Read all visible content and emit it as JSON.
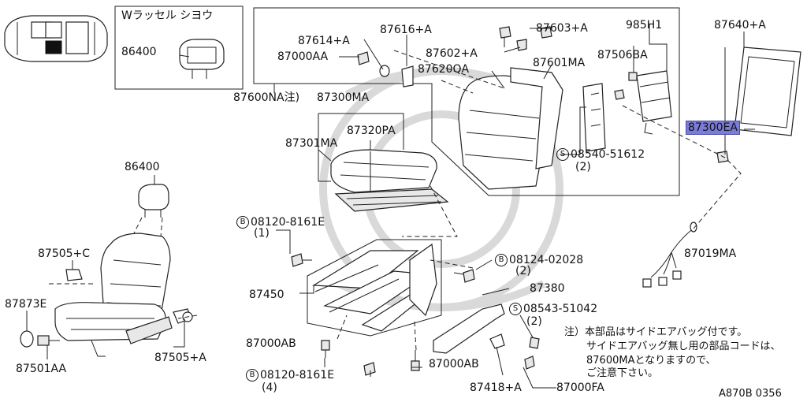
{
  "inset": {
    "title": "Wラッセル シヨウ",
    "part": "86400"
  },
  "labels": {
    "p87614": "87614+A",
    "p87616": "87616+A",
    "p87603": "87603+A",
    "p985h1": "985H1",
    "p87640": "87640+A",
    "p87000aa": "87000AA",
    "p87602": "87602+A",
    "p87506ba": "87506BA",
    "p87620qa": "87620QA",
    "p87601ma": "87601MA",
    "p87600na": "87600NA注)",
    "p87300ma": "87300MA",
    "p87320pa": "87320PA",
    "p87301ma": "87301MA",
    "p87300ea": "87300EA",
    "p08540": "08540-51612",
    "p08540q": "(2)",
    "p86400": "86400",
    "p08120a": "08120-8161E",
    "p08120aq": "(1)",
    "p87505c": "87505+C",
    "p08124": "08124-02028",
    "p08124q": "(2)",
    "p87019ma": "87019MA",
    "p87873e": "87873E",
    "p87450": "87450",
    "p87380": "87380",
    "p08543": "08543-51042",
    "p08543q": "(2)",
    "p87000ab1": "87000AB",
    "p87505a": "87505+A",
    "p87501aa": "87501AA",
    "p87000ab2": "87000AB",
    "p08120b": "08120-8161E",
    "p08120bq": "(4)",
    "p87418": "87418+A",
    "p87000fa": "87000FA"
  },
  "symbols": {
    "bolt": "B",
    "screw": "S"
  },
  "note": {
    "line1": "注）本部品はサイドエアバッグ付です。",
    "line2": "サイドエアバッグ無し用の部品コードは、",
    "line3": "87600MAとなりますので、",
    "line4": "ご注意下さい。"
  },
  "footer_code": "A870B 0356"
}
